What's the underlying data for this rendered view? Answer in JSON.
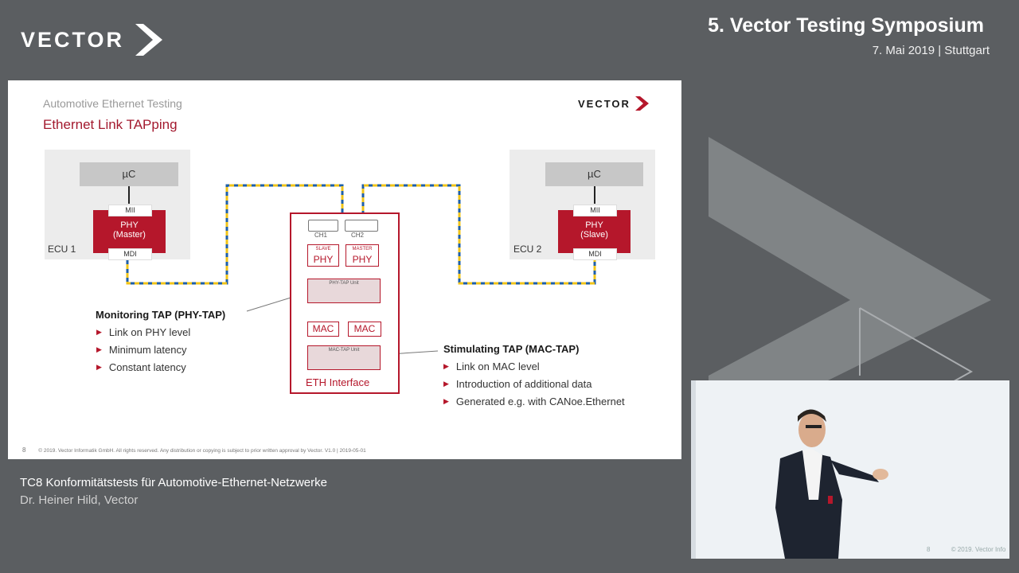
{
  "brand": {
    "name": "VECTOR"
  },
  "event": {
    "title": "5. Vector Testing Symposium",
    "meta": "7. Mai 2019 | Stuttgart"
  },
  "slide": {
    "subtitle": "Automotive Ethernet Testing",
    "title": "Ethernet Link TAPping",
    "logo": "VECTOR",
    "ecu1": {
      "uc": "µC",
      "mii": "MII",
      "phy_line1": "PHY",
      "phy_line2": "(Master)",
      "mdi": "MDI",
      "label": "ECU 1"
    },
    "ecu2": {
      "uc": "µC",
      "mii": "MII",
      "phy_line1": "PHY",
      "phy_line2": "(Slave)",
      "mdi": "MDI",
      "label": "ECU 2"
    },
    "interface": {
      "ch1": "CH1",
      "ch2": "CH2",
      "slave_tag": "SLAVE",
      "master_tag": "MASTER",
      "phy": "PHY",
      "phy_tap_unit": "PHY-TAP Unit",
      "mac": "MAC",
      "mac_tap_unit": "MAC-TAP Unit",
      "label": "ETH Interface"
    },
    "monitoring": {
      "heading": "Monitoring TAP (PHY-TAP)",
      "bullets": [
        "Link on PHY level",
        "Minimum latency",
        "Constant latency"
      ]
    },
    "stimulating": {
      "heading": "Stimulating TAP (MAC-TAP)",
      "bullets": [
        "Link on MAC level",
        "Introduction of additional data",
        "Generated e.g. with CANoe.Ethernet"
      ]
    },
    "page_number": "8",
    "footer": "© 2019. Vector Informatik GmbH. All rights reserved. Any distribution or copying is subject to prior written approval by Vector. V1.0 | 2019-05-01"
  },
  "caption": {
    "title": "TC8 Konformitätstests für Automotive-Ethernet-Netzwerke",
    "speaker": "Dr. Heiner Hild, Vector"
  },
  "video": {
    "page_number": "8",
    "footer_text": "© 2019. Vector Info"
  },
  "colors": {
    "accent": "#b5172b",
    "background": "#5b5e61",
    "cable_blue": "#1f5fa8",
    "cable_yellow": "#f0c419"
  }
}
